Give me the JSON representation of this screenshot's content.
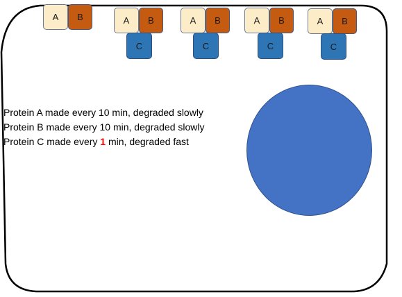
{
  "boxes": [
    {
      "a": "A",
      "b": "B"
    },
    {
      "a": "A",
      "b": "B",
      "c": "C"
    },
    {
      "a": "A",
      "b": "B",
      "c": "C"
    },
    {
      "a": "A",
      "b": "B",
      "c": "C"
    },
    {
      "a": "A",
      "b": "B",
      "c": "C"
    }
  ],
  "lines": [
    {
      "text": "Protein A made every 10 min, degraded slowly"
    },
    {
      "text": "Protein B made every 10 min, degraded slowly"
    },
    {
      "pre": "Protein C made every ",
      "highlight": "1",
      "post": " min, degraded fast"
    }
  ],
  "colors": {
    "protein_a": "#fdecc8",
    "protein_b": "#c55a11",
    "protein_c": "#2e75b6",
    "nucleus": "#4472c4",
    "highlight": "#ff0000"
  }
}
